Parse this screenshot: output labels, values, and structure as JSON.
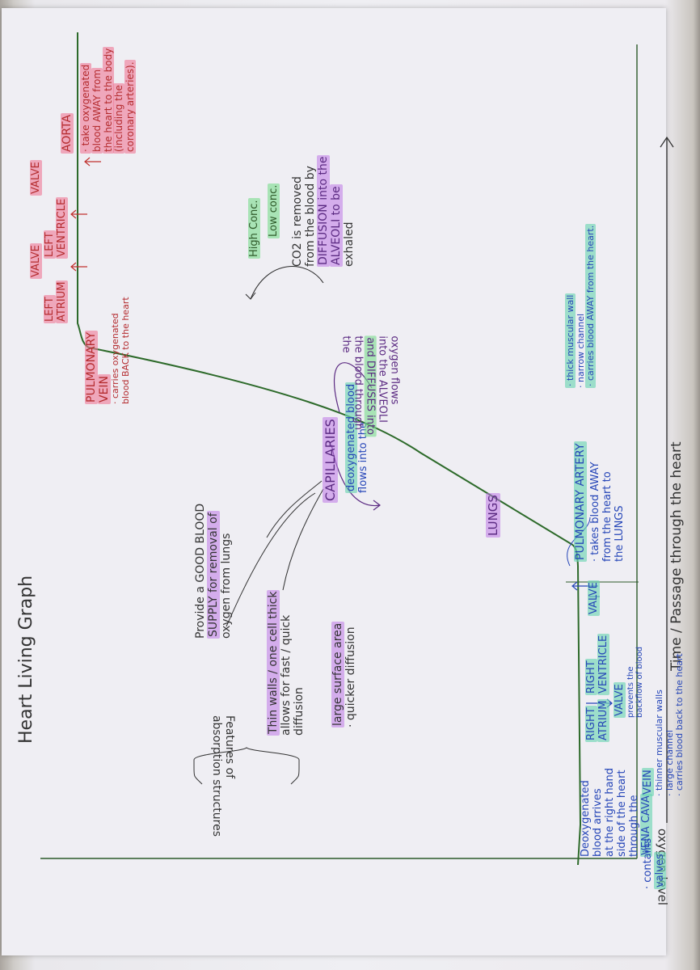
{
  "title": "Heart Living Graph",
  "axes": {
    "y_label": "oxygen level",
    "x_label": "Time / Passage through the heart"
  },
  "start": {
    "l1": "Deoxygenated",
    "l2": "blood arrives",
    "l3": "at the right hand",
    "l4": "side of the heart",
    "l5": "through the",
    "l6": "VENA CAVA"
  },
  "contains_valves": {
    "l1": "· contains",
    "l2": "valves"
  },
  "vein": {
    "label": "VEIN",
    "b1": "· thinner muscular walls",
    "b2": "· large channel",
    "b3": "· carries blood back to the heart"
  },
  "right_atrium": {
    "l1": "RIGHT",
    "l2": "ATRIUM"
  },
  "right_ventricle": {
    "l1": "RIGHT",
    "l2": "VENTRICLE"
  },
  "valve_between": {
    "l1": "VALVE",
    "l2": "prevents the",
    "l3": "backflow of blood"
  },
  "valve_after_ventricle": "VALVE",
  "pulmonary_artery": {
    "label": "PULMONARY ARTERY",
    "l1": "· takes blood AWAY",
    "l2": "from the heart to",
    "l3": "the LUNGS"
  },
  "artery": {
    "b1": "· thick muscular wall",
    "b2": "· narrow channel",
    "b3": "· carries blood AWAY from the heart."
  },
  "lungs": "LUNGS",
  "capillaries": "CAPILLARIES",
  "deoxygenated_flow": {
    "l1": "deoxygenated blood",
    "l2": "flows into the"
  },
  "oxygen_flow": {
    "l1": "oxygen flows",
    "l2": "into the ALVEOLI",
    "l3": "and DIFFUSES into",
    "l4": "the blood through",
    "l5": "the"
  },
  "co2": {
    "l1": "CO2 is removed",
    "l2": "from the blood by",
    "l3": "DIFFUSION into the",
    "l4": "ALVEOLI to be",
    "l5": "exhaled"
  },
  "conc": {
    "high": "High Conc.",
    "low": "Low conc."
  },
  "features": {
    "title_l1": "Features of",
    "title_l2": "absorption structures"
  },
  "feature_supply": {
    "l1": "Provide a GOOD BLOOD",
    "l2": "SUPPLY for removal of",
    "l3": "oxygen from lungs"
  },
  "feature_walls": {
    "l1": "Thin walls / one cell thick",
    "l2": "allows for fast / quick",
    "l3": "diffusion"
  },
  "feature_area": {
    "l1": "large surface area",
    "l2": "· quicker diffusion"
  },
  "pulmonary_vein": {
    "l1": "PULMONARY",
    "l2": "VEIN",
    "l3": "· carries oxygenated",
    "l4": "blood BACK to the heart"
  },
  "left_atrium": {
    "l1": "LEFT",
    "l2": "ATRIUM"
  },
  "valve_left_1": "VALVE",
  "left_ventricle": {
    "l1": "LEFT",
    "l2": "VENTRICLE"
  },
  "valve_left_2": "VALVE",
  "aorta": {
    "label": "AORTA",
    "l1": "· take oxygenated",
    "l2": "blood AWAY from",
    "l3": "the heart to the body",
    "l4": "(including the",
    "l5": "coronary arteries)."
  }
}
